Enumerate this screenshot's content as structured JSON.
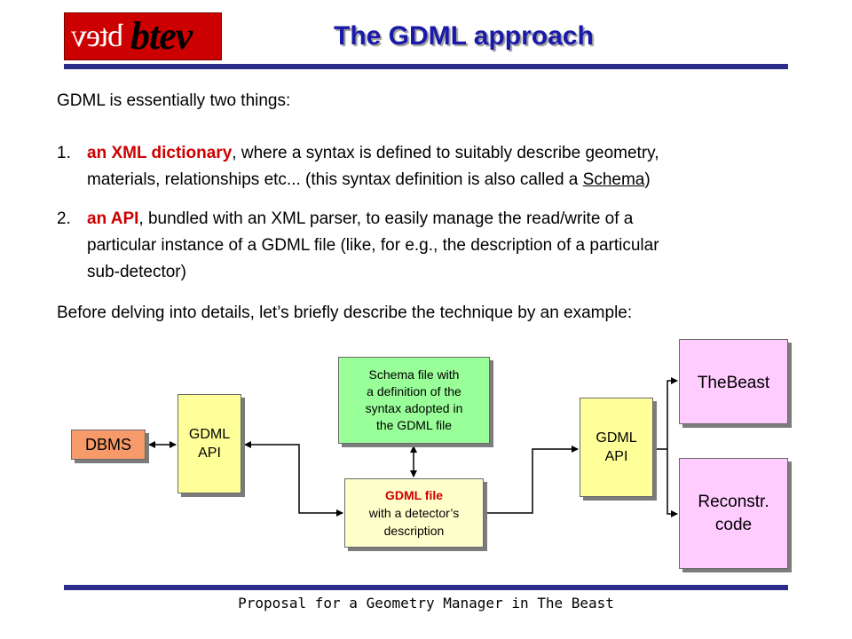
{
  "header": {
    "logo_text": "btev",
    "logo_mirror_text": "btev",
    "title": "The GDML approach"
  },
  "body": {
    "intro": "GDML is essentially two things:",
    "items": [
      {
        "number": "1.",
        "highlight": "an XML dictionary",
        "line1_rest": ", where a syntax is defined to suitably describe geometry,",
        "line2_pre": "materials, relationships etc... (this syntax definition is also called a ",
        "line2_underlined": "Schema",
        "line2_post": ")"
      },
      {
        "number": "2.",
        "highlight": "an API",
        "line1_rest": ", bundled with an XML parser, to easily manage the read/write of a",
        "line2": "particular instance of a GDML file (like, for e.g., the description of a particular",
        "line3": "sub-detector)"
      }
    ],
    "before": "Before delving into details, let’s briefly describe the technique by an example:"
  },
  "diagram": {
    "dbms": "DBMS",
    "gdml_api_left": [
      "GDML",
      "API"
    ],
    "schema": [
      "Schema file with",
      "a definition of the",
      "syntax adopted in",
      "the GDML file"
    ],
    "gdml_file": {
      "title": "GDML file",
      "lines": [
        "with a detector’s",
        "description"
      ]
    },
    "gdml_api_right": [
      "GDML",
      "API"
    ],
    "thebeast": "TheBeast",
    "reconstr": [
      "Reconstr.",
      "code"
    ],
    "colors": {
      "dbms": "#f79a6a",
      "api": "#ffff99",
      "schema": "#99ff99",
      "gdml_file": "#ffffcc",
      "apps": "#ffccff",
      "highlight": "#cc0000",
      "title": "#1a1aaa",
      "rule": "#2c2c8a"
    }
  },
  "footer": {
    "text": "Proposal for a Geometry Manager in The Beast"
  }
}
